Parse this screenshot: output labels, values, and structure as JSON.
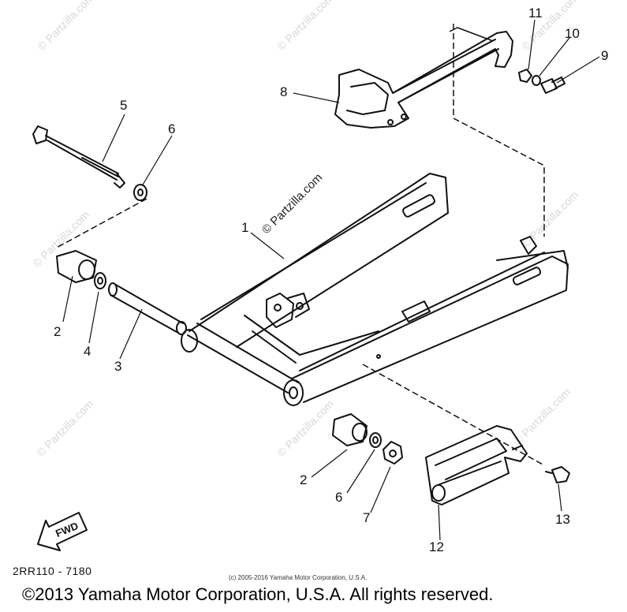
{
  "watermarks": {
    "brand": "© Partzilla.com"
  },
  "callouts": {
    "n1": "1",
    "n2a": "2",
    "n2b": "2",
    "n3": "3",
    "n4": "4",
    "n5": "5",
    "n6a": "6",
    "n6b": "6",
    "n7": "7",
    "n8": "8",
    "n9": "9",
    "n10": "10",
    "n11": "11",
    "n12": "12",
    "n13": "13"
  },
  "fwd_label": "FWD",
  "drawing_code": "2RR110 - 7180",
  "small_copyright": "(c) 2005-2016 Yamaha Motor Corporation, U.S.A.",
  "footer_copyright": "©2013 Yamaha Motor Corporation, U.S.A. All rights reserved.",
  "colors": {
    "line": "#111111",
    "watermark": "#d8d8d8",
    "background": "#ffffff"
  }
}
